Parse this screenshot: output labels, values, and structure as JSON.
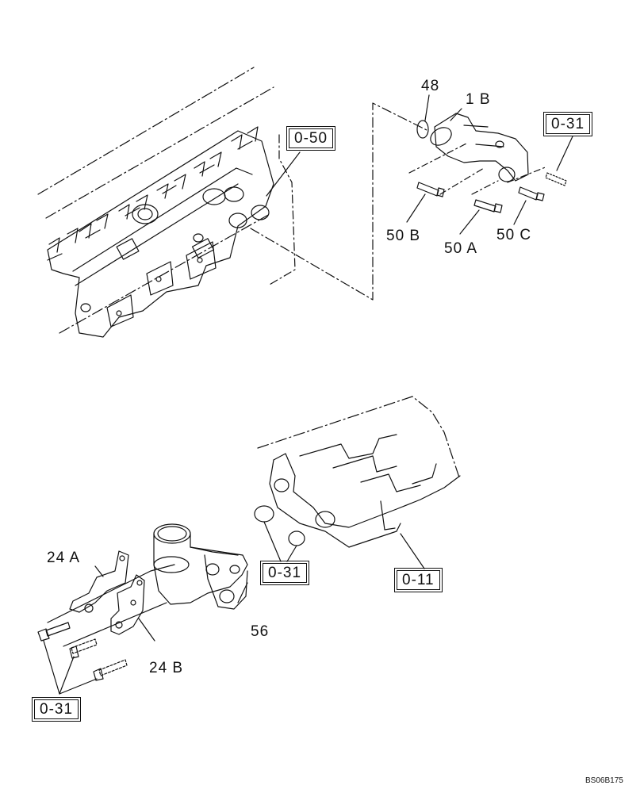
{
  "labels": {
    "p48": "48",
    "p1b": "1 B",
    "p50b": "50 B",
    "p50a": "50 A",
    "p50c": "50 C",
    "p24a": "24 A",
    "p24b": "24 B",
    "p56": "56"
  },
  "refs": {
    "top_engine": "0-50",
    "top_pipe": "0-31",
    "oring": "0-31",
    "head": "0-11",
    "bolts": "0-31"
  },
  "drawing_code": "BS06B175",
  "colors": {
    "ink": "#111111",
    "background": "#ffffff"
  }
}
